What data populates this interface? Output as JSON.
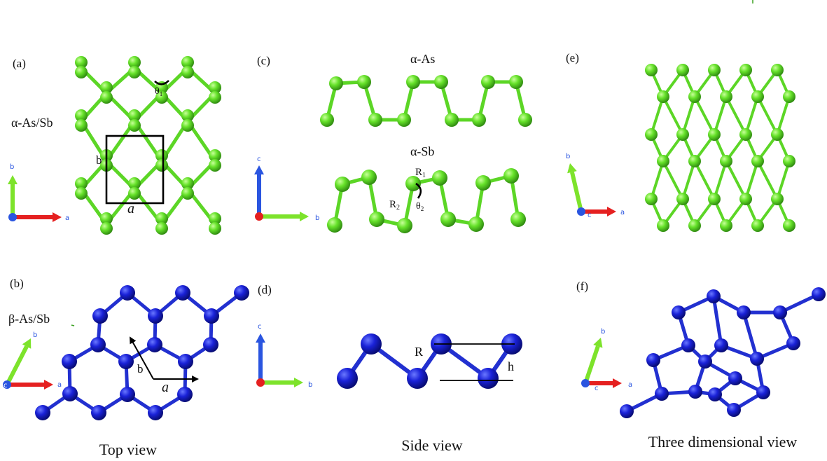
{
  "panels": {
    "a": {
      "tag": "(a)",
      "material": "α-As/Sb",
      "a_label": "a",
      "b_label": "b",
      "angle_label": "θ",
      "angle_sub": "1"
    },
    "b": {
      "tag": "(b)",
      "material": "β-As/Sb",
      "a_label": "a",
      "b_label": "b"
    },
    "c": {
      "tag": "(c)",
      "top_title": "α-As",
      "bottom_title": "α-Sb",
      "r1": "R",
      "r1_sub": "1",
      "r2": "R",
      "r2_sub": "2",
      "angle": "θ",
      "angle_sub": "2"
    },
    "d": {
      "tag": "(d)",
      "r_label": "R",
      "h_label": "h"
    },
    "e": {
      "tag": "(e)"
    },
    "f": {
      "tag": "(f)"
    }
  },
  "axes": {
    "a": "a",
    "b": "b",
    "c": "c"
  },
  "captions": {
    "top": "Top view",
    "side": "Side view",
    "three_d": "Three dimensional view"
  },
  "colors": {
    "alpha_atom": "#66e22a",
    "alpha_bond": "#5cd626",
    "beta_atom": "#1a22d8",
    "beta_bond": "#2230d0",
    "axis_a": "#e52020",
    "axis_b": "#7de32b",
    "axis_c": "#2a55e0"
  }
}
